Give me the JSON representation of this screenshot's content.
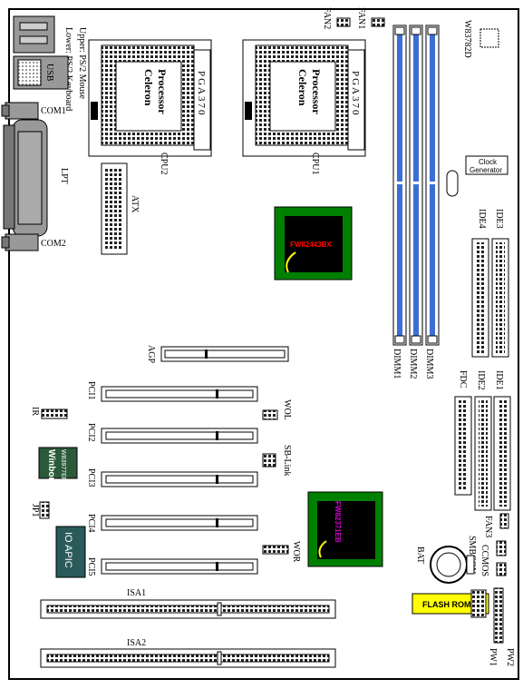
{
  "rear_io": {
    "mouse": "Upper: PS/2 Mouse",
    "keyboard": "Lower: PS/2 Keyboard",
    "usb": "USB",
    "com1": "COM1",
    "lpt": "LPT",
    "com2": "COM2"
  },
  "sockets": [
    {
      "name": "CPU2",
      "chip": [
        "Celeron",
        "Processor"
      ],
      "socket": "PGA370"
    },
    {
      "name": "CPU1",
      "chip": [
        "Celeron",
        "Processor"
      ],
      "socket": "PGA370"
    }
  ],
  "fans": {
    "fan1": "FAN1",
    "fan2": "FAN2",
    "fan3": "FAN3"
  },
  "atx": "ATX",
  "northbridge": {
    "label": "FW82443BX",
    "color": "#ff0000"
  },
  "southbridge": {
    "label": "FW82371EB",
    "color": "#cc00cc"
  },
  "chip_bg_color": "#008000",
  "hw_monitor": "W83782D",
  "clock": [
    "Clock",
    "Generator"
  ],
  "dimms": [
    "DIMM1",
    "DIMM2",
    "DIMM3"
  ],
  "dimm_color": "#3b6fd4",
  "ide": [
    "IDE1",
    "IDE2",
    "IDE3",
    "IDE4"
  ],
  "fdc": "FDC",
  "agp": "AGP",
  "pci": [
    "PCI1",
    "PCI2",
    "PCI3",
    "PCI4",
    "PCI5"
  ],
  "isa": [
    "ISA1",
    "ISA2"
  ],
  "headers": {
    "ir": "IR",
    "wol": "WOL",
    "sblink": "SB-Link",
    "jp1": "JP1",
    "wor": "WOR",
    "smbcon": "SMBCON",
    "ccmos": "CCMOS",
    "pw1": "PW1",
    "pw2": "PW2",
    "bat": "BAT"
  },
  "superio": [
    "Winbond",
    "W83977EF"
  ],
  "ioapic": "IO APIC",
  "flash": "FLASH ROM",
  "flash_color": "#ffff00"
}
